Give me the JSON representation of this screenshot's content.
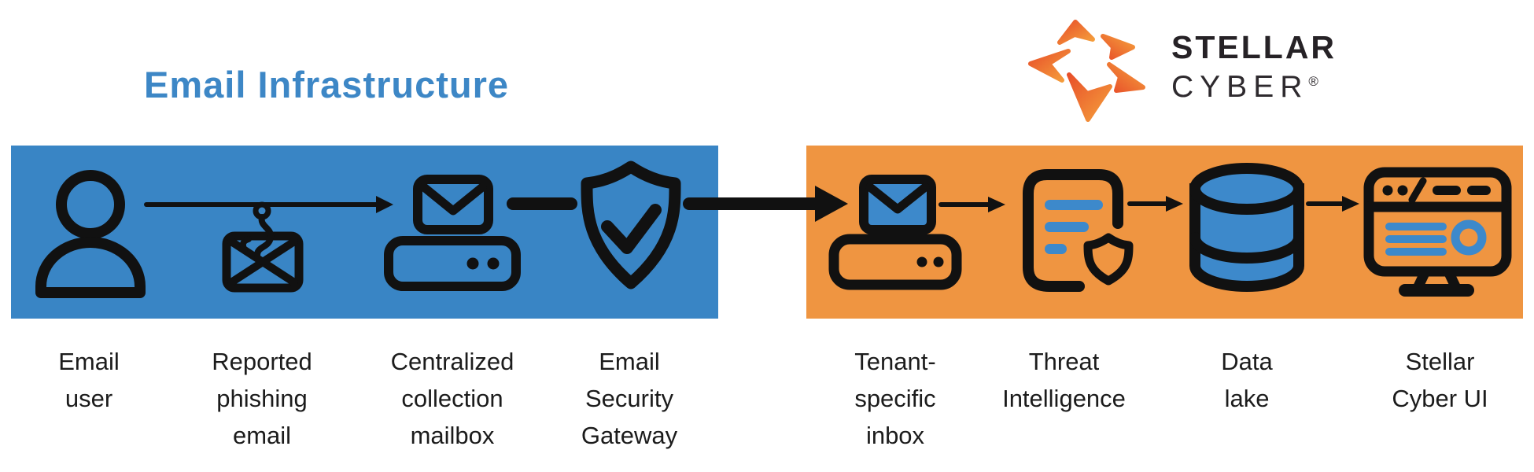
{
  "title": "Email Infrastructure",
  "brand": {
    "name_line1": "STELLAR",
    "name_line2": "CYBER",
    "registered_mark": "®"
  },
  "colors": {
    "box_blue": "#3985c5",
    "box_orange": "#ef9541",
    "accent_blue": "#3d89cb",
    "title_blue": "#3d87c6",
    "icon_ink": "#111111",
    "label_ink": "#1c1c1c",
    "logo_ink": "#262226",
    "star_orange_hot": "#e8502a",
    "star_orange_light": "#f5a03c"
  },
  "flow": {
    "groups": [
      {
        "name": "email-infrastructure",
        "nodes": [
          {
            "icon": "user-icon",
            "label": "Email\nuser"
          },
          {
            "icon": "phishing-email-icon",
            "label": "Reported\nphishing\nemail"
          },
          {
            "icon": "collection-mailbox-icon",
            "label": "Centralized\ncollection\nmailbox"
          },
          {
            "icon": "security-gateway-shield-icon",
            "label": "Email\nSecurity\nGateway"
          }
        ]
      },
      {
        "name": "stellar-cyber",
        "nodes": [
          {
            "icon": "tenant-inbox-icon",
            "label": "Tenant-\nspecific\ninbox"
          },
          {
            "icon": "threat-intelligence-icon",
            "label": "Threat\nIntelligence"
          },
          {
            "icon": "data-lake-icon",
            "label": "Data\nlake"
          },
          {
            "icon": "stellar-cyber-ui-icon",
            "label": "Stellar\nCyber UI"
          }
        ]
      }
    ]
  }
}
